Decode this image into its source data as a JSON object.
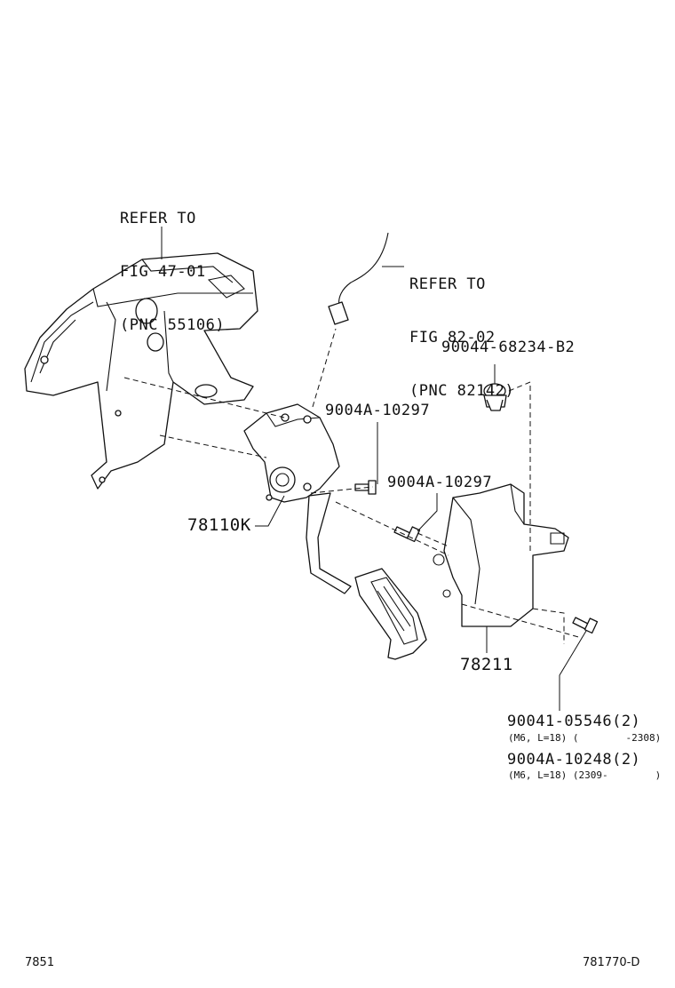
{
  "callouts": {
    "ref_brake_bracket": [
      "REFER TO",
      "FIG 47-01",
      "(PNC 55106)"
    ],
    "ref_harness": [
      "REFER TO",
      "FIG 82-02",
      "(PNC 82142)"
    ],
    "clip_part": "90044-68234-B2",
    "bolt_upper": "9004A-10297",
    "bolt_lower": "9004A-10297",
    "pedal_assembly": "78110K",
    "cover": "78211",
    "bolt_a_part": "90041-05546(2)",
    "bolt_a_spec": "(M6, L=18) (        -2308)",
    "bolt_b_part": "9004A-10248(2)",
    "bolt_b_spec": "(M6, L=18) (2309-        )"
  },
  "footer": {
    "left": "7851",
    "right": "781770-D"
  }
}
